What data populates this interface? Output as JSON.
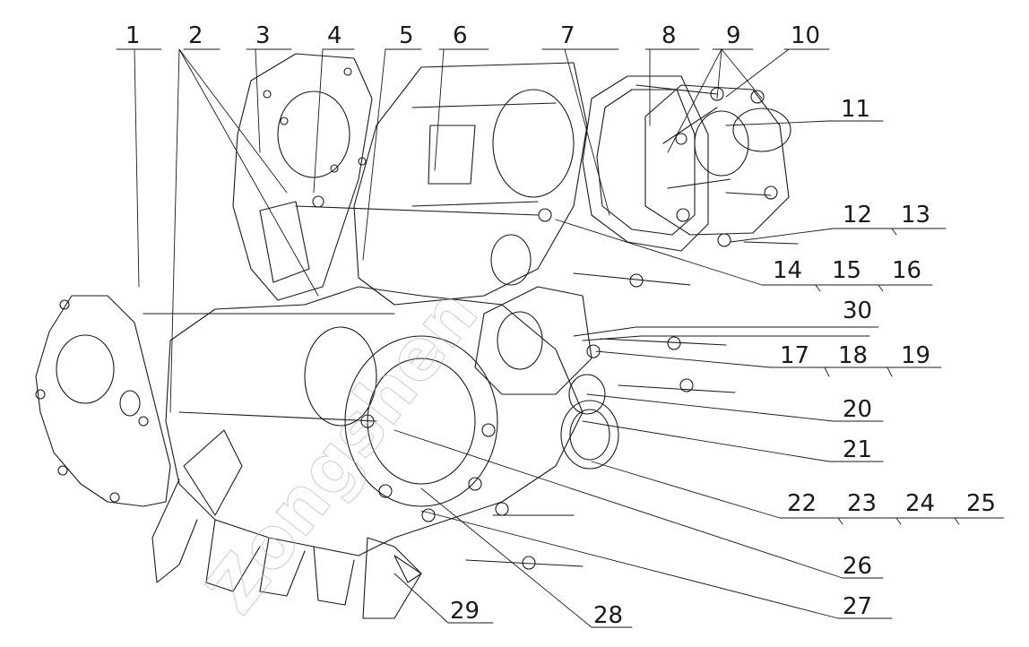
{
  "diagram": {
    "labels": {
      "l1": "1",
      "l2": "2",
      "l3": "3",
      "l4": "4",
      "l5": "5",
      "l6": "6",
      "l7": "7",
      "l8": "8",
      "l9": "9",
      "l10": "10",
      "l11": "11",
      "l12": "12",
      "l13": "13",
      "l14": "14",
      "l15": "15",
      "l16": "16",
      "l17": "17",
      "l18": "18",
      "l19": "19",
      "l20": "20",
      "l21": "21",
      "l22": "22",
      "l23": "23",
      "l24": "24",
      "l25": "25",
      "l26": "26",
      "l27": "27",
      "l28": "28",
      "l29": "29",
      "l30": "30"
    },
    "watermark": "Zongshen",
    "colors": {
      "line": "#1a1a1a",
      "watermark": "#b0b0b0",
      "background": "#ffffff"
    }
  }
}
